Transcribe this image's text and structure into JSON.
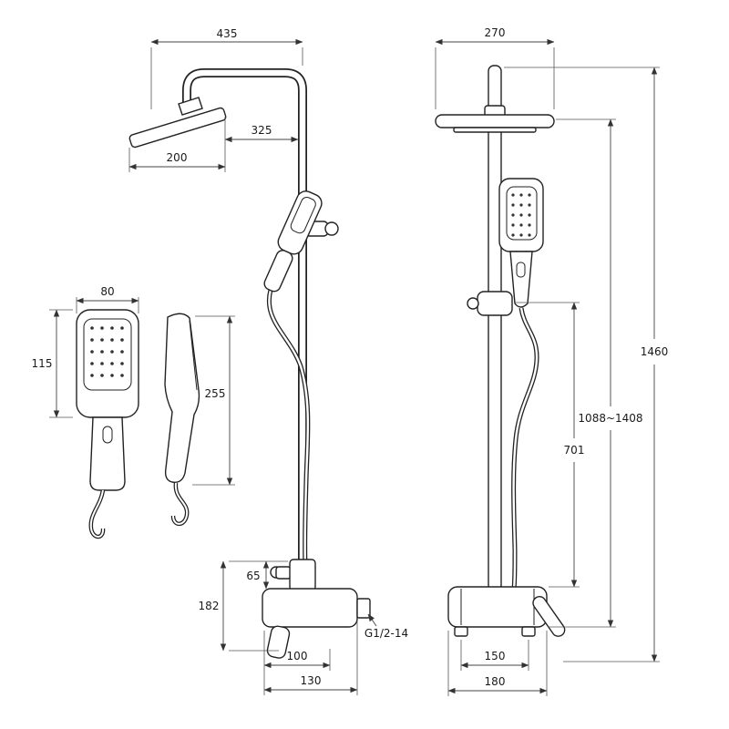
{
  "style": {
    "background": "#ffffff",
    "line": "#222222",
    "dim_line": "#444444"
  },
  "drawing": {
    "left_view": {
      "arm_reach": "435",
      "head_to_wall": "325",
      "head_width": "200",
      "handset_width": "80",
      "handset_height": "115",
      "handset_length": "255",
      "mixer_height": "182",
      "mixer_top_offset": "65",
      "depth_min": "100",
      "depth_max": "130",
      "thread": "G1/2-14"
    },
    "right_view": {
      "head_width": "270",
      "total_height": "1460",
      "adjustable_range": "1088~1408",
      "holder_height": "701",
      "mixer_width": "150",
      "mixer_overall_width": "180"
    }
  }
}
